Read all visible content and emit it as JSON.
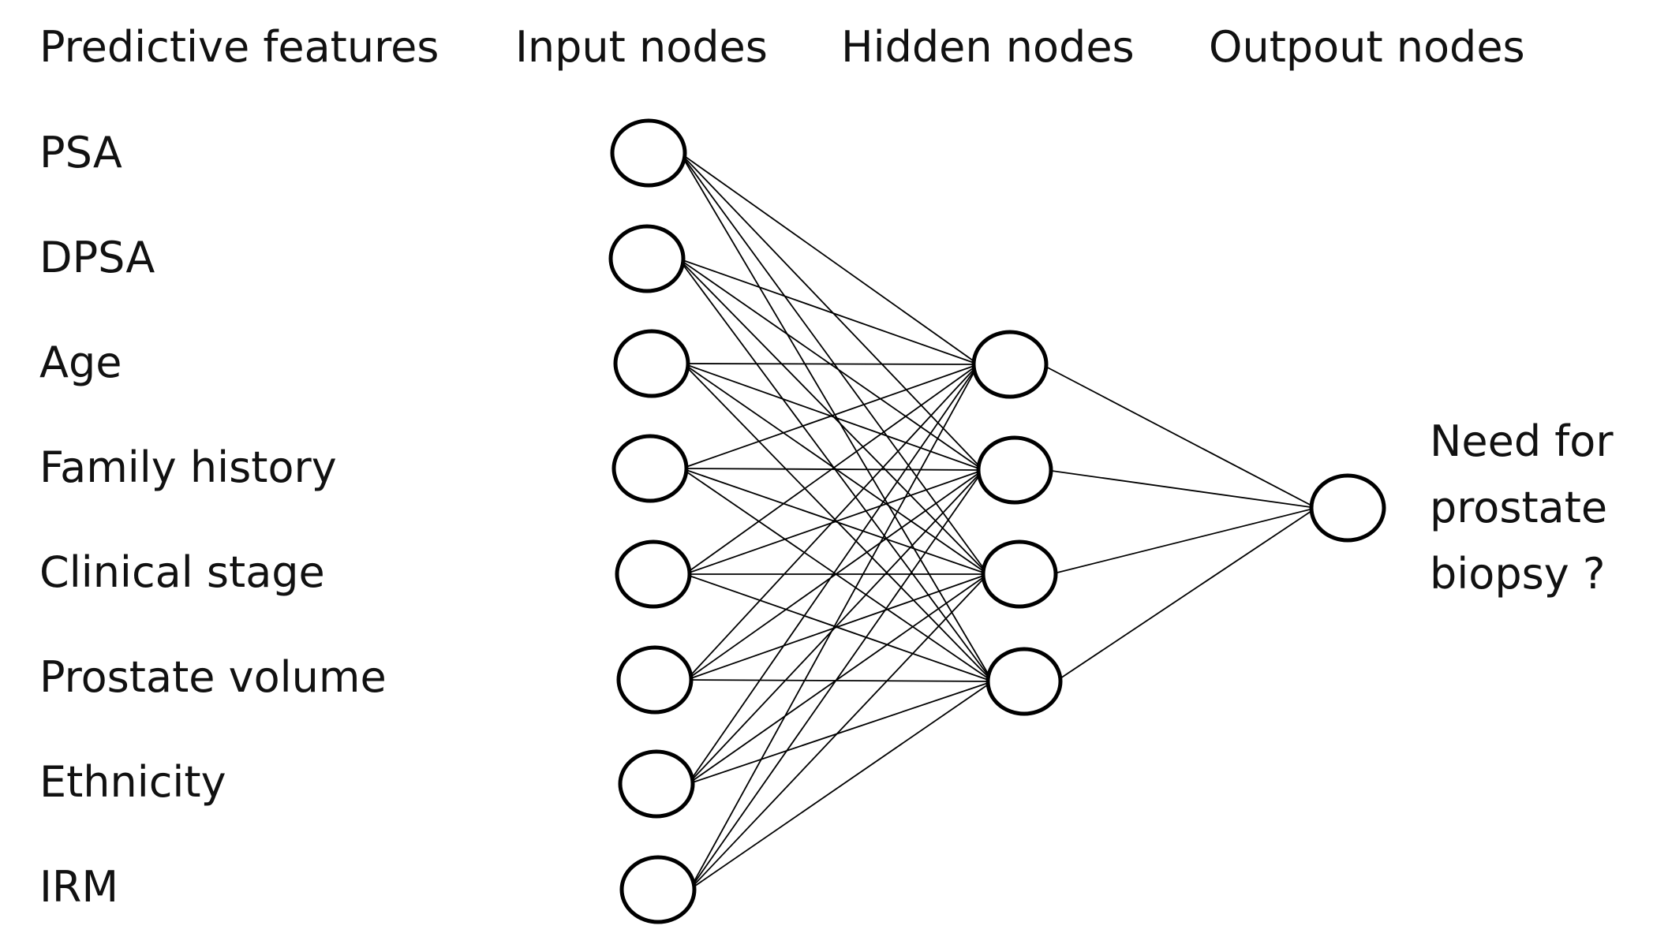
{
  "headers": {
    "features": "Predictive features",
    "input": "Input nodes",
    "hidden": "Hidden nodes",
    "output": "Outpout nodes"
  },
  "features": [
    "PSA",
    "DPSA",
    "Age",
    "Family history",
    "Clinical stage",
    "Prostate volume",
    "Ethnicity",
    "IRM"
  ],
  "output_label": [
    "Need for",
    "prostate",
    "biopsy ?"
  ],
  "network": {
    "input_count": 8,
    "hidden_count": 4,
    "output_count": 1,
    "connectivity": "fully-connected"
  }
}
